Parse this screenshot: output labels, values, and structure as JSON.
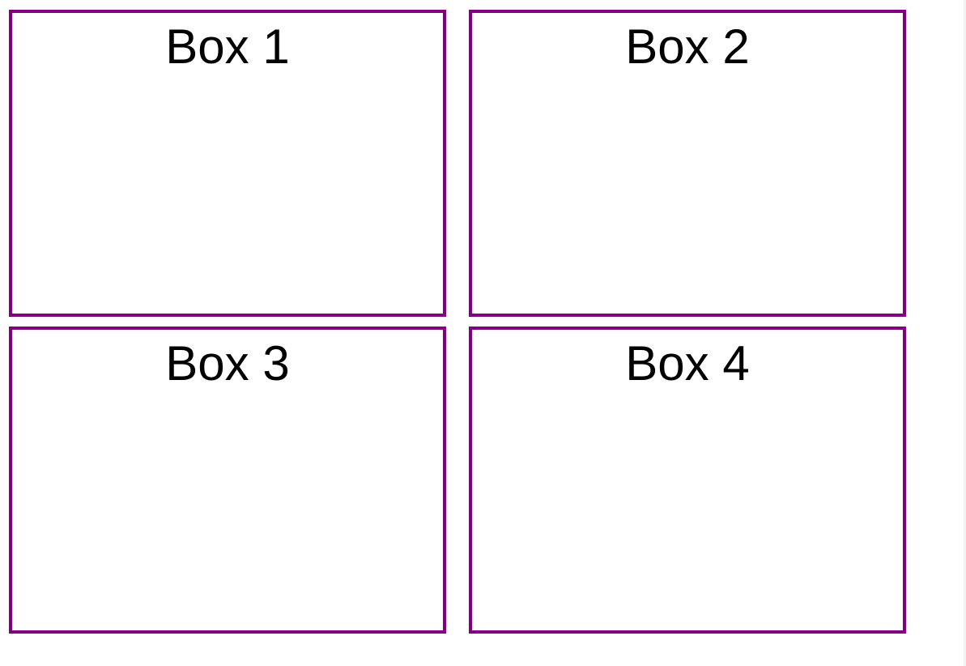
{
  "boxes": [
    {
      "label": "Box 1"
    },
    {
      "label": "Box 2"
    },
    {
      "label": "Box 3"
    },
    {
      "label": "Box 4"
    }
  ],
  "colors": {
    "border": "#800080",
    "text": "#000000",
    "background": "#ffffff"
  }
}
